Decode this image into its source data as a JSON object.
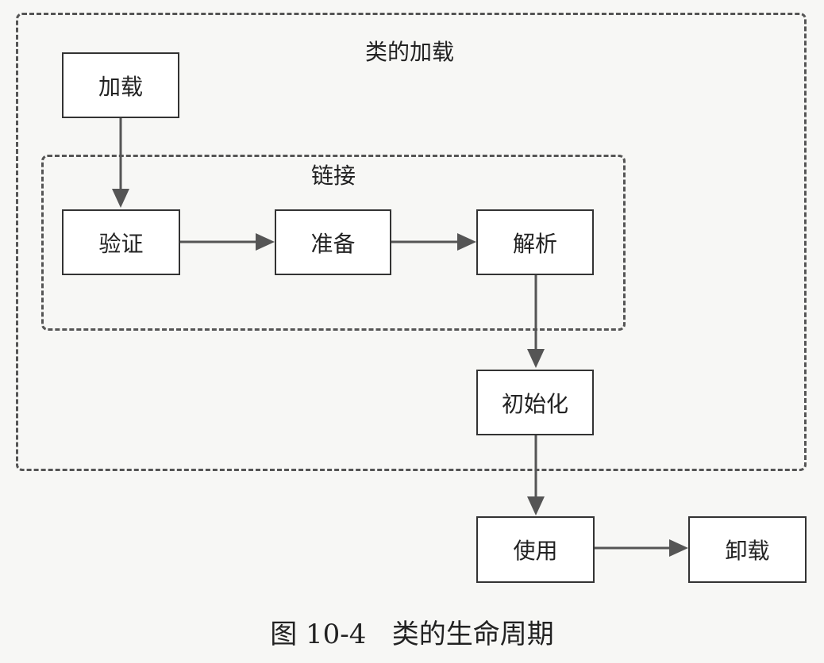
{
  "groups": {
    "class_loading": {
      "label": "类的加载"
    },
    "linking": {
      "label": "链接"
    }
  },
  "nodes": {
    "loading": "加载",
    "verification": "验证",
    "preparation": "准备",
    "resolution": "解析",
    "initialization": "初始化",
    "using": "使用",
    "unloading": "卸载"
  },
  "caption": "图 10-4   类的生命周期",
  "colors": {
    "stroke": "#333333",
    "arrow": "#555555",
    "background": "#f7f7f5"
  }
}
